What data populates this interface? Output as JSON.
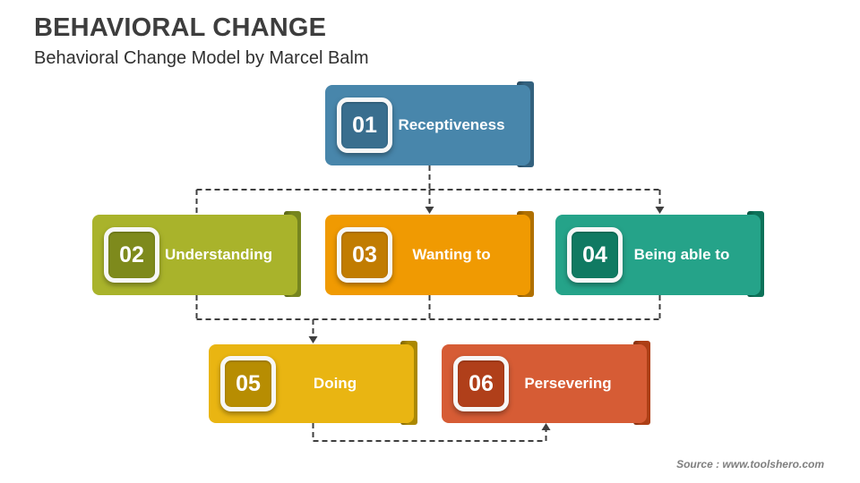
{
  "page": {
    "title": "BEHAVIORAL CHANGE",
    "subtitle": "Behavioral Change Model by Marcel Balm",
    "source_label": "Source :  www.toolshero.com",
    "background_color": "#ffffff",
    "title_color": "#3d3d3d",
    "connector_color": "#3f3f3f",
    "connector_style": "dashed"
  },
  "steps": [
    {
      "number": "01",
      "label": "Receptiveness",
      "colors": {
        "body": "#4886ab",
        "dark": "#396e8e",
        "strip": "#33617e"
      }
    },
    {
      "number": "02",
      "label": "Understanding",
      "colors": {
        "body": "#a9b32b",
        "dark": "#7e8a1c",
        "strip": "#76851f"
      }
    },
    {
      "number": "03",
      "label": "Wanting to",
      "colors": {
        "body": "#f09a02",
        "dark": "#c17c01",
        "strip": "#b07000"
      }
    },
    {
      "number": "04",
      "label": "Being able to",
      "colors": {
        "body": "#25a389",
        "dark": "#107a62",
        "strip": "#0d7259"
      }
    },
    {
      "number": "05",
      "label": "Doing",
      "colors": {
        "body": "#e9b512",
        "dark": "#b78d02",
        "strip": "#ab8800"
      }
    },
    {
      "number": "06",
      "label": "Persevering",
      "colors": {
        "body": "#d65c35",
        "dark": "#b03f1a",
        "strip": "#ad3f16"
      }
    }
  ]
}
